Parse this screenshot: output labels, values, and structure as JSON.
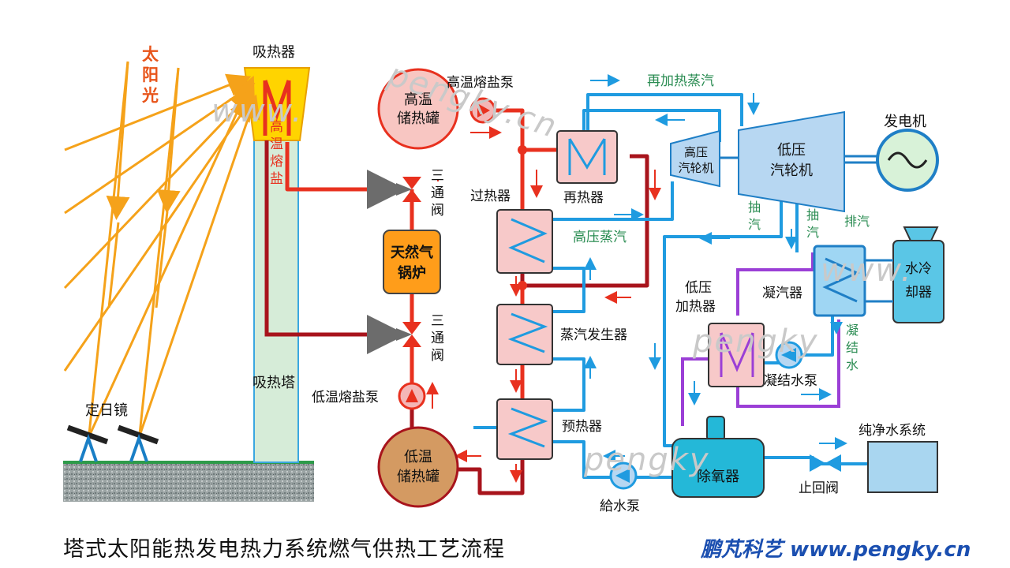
{
  "labels": {
    "sunlight_1": "太",
    "sunlight_2": "阳",
    "sunlight_3": "光",
    "receiver": "吸热器",
    "hot_salt_1": "高",
    "hot_salt_2": "温",
    "hot_salt_3": "熔",
    "hot_salt_4": "盐",
    "tower": "吸热塔",
    "heliostat": "定日镜",
    "hot_tank_1": "高温",
    "hot_tank_2": "储热罐",
    "cold_tank_1": "低温",
    "cold_tank_2": "储热罐",
    "hot_pump": "高温熔盐泵",
    "cold_pump": "低温熔盐泵",
    "valve3_1": "三",
    "valve3_2": "通",
    "valve3_3": "阀",
    "boiler_1": "天然气",
    "boiler_2": "锅炉",
    "superheater": "过热器",
    "reheater": "再热器",
    "steam_gen": "蒸汽发生器",
    "preheater": "预热器",
    "reheat_steam": "再加热蒸汽",
    "hp_steam": "高压蒸汽",
    "hp_turbine_1": "高压",
    "hp_turbine_2": "汽轮机",
    "lp_turbine_1": "低压",
    "lp_turbine_2": "汽轮机",
    "generator": "发电机",
    "extract_1": "抽",
    "extract_2": "汽",
    "exhaust": "排汽",
    "condenser": "凝汽器",
    "water_cooler_1": "水冷",
    "water_cooler_2": "却器",
    "lp_heater_1": "低压",
    "lp_heater_2": "加热器",
    "condensate_1": "凝",
    "condensate_2": "结",
    "condensate_3": "水",
    "condensate_pump": "凝结水泵",
    "deaerator": "除氧器",
    "feed_pump": "給水泵",
    "check_valve": "止回阀",
    "pure_water": "纯净水系统"
  },
  "watermarks": [
    "www.",
    "pengky.cn",
    "www.",
    "pengky",
    "pengky"
  ],
  "caption": "塔式太阳能热发电热力系统燃气供热工艺流程",
  "brand": "鹏芃科艺 www.pengky.cn",
  "colors": {
    "hot_salt": "#e8311f",
    "cold_salt": "#a8141c",
    "water_steam": "#1f9be0",
    "lp_loop": "#9b3fd6",
    "sunlight": "#f5a21a",
    "label_green": "#2a8c52",
    "equipment_pink": "#f7c9c9",
    "equipment_blue": "#b7d7f2"
  }
}
